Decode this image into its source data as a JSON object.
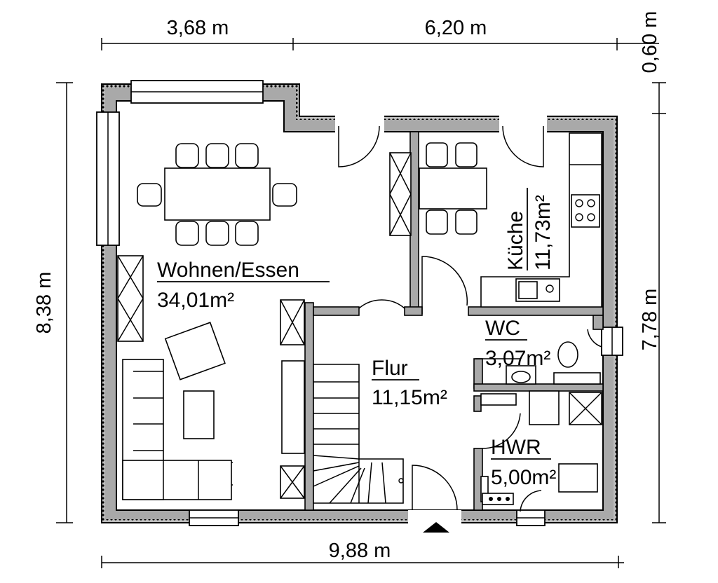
{
  "dimensions": {
    "top_left": "3,68 m",
    "top_right": "6,20 m",
    "top_offset": "0,60 m",
    "left": "8,38 m",
    "right": "7,78 m",
    "bottom": "9,88 m"
  },
  "rooms": {
    "wohnen": {
      "name": "Wohnen/Essen",
      "area": "34,01m²"
    },
    "kueche": {
      "name": "Küche",
      "area": "11,73m²"
    },
    "flur": {
      "name": "Flur",
      "area": "11,15m²"
    },
    "wc": {
      "name": "WC",
      "area": "3,07m²"
    },
    "hwr": {
      "name": "HWR",
      "area": "5,00m²"
    }
  }
}
